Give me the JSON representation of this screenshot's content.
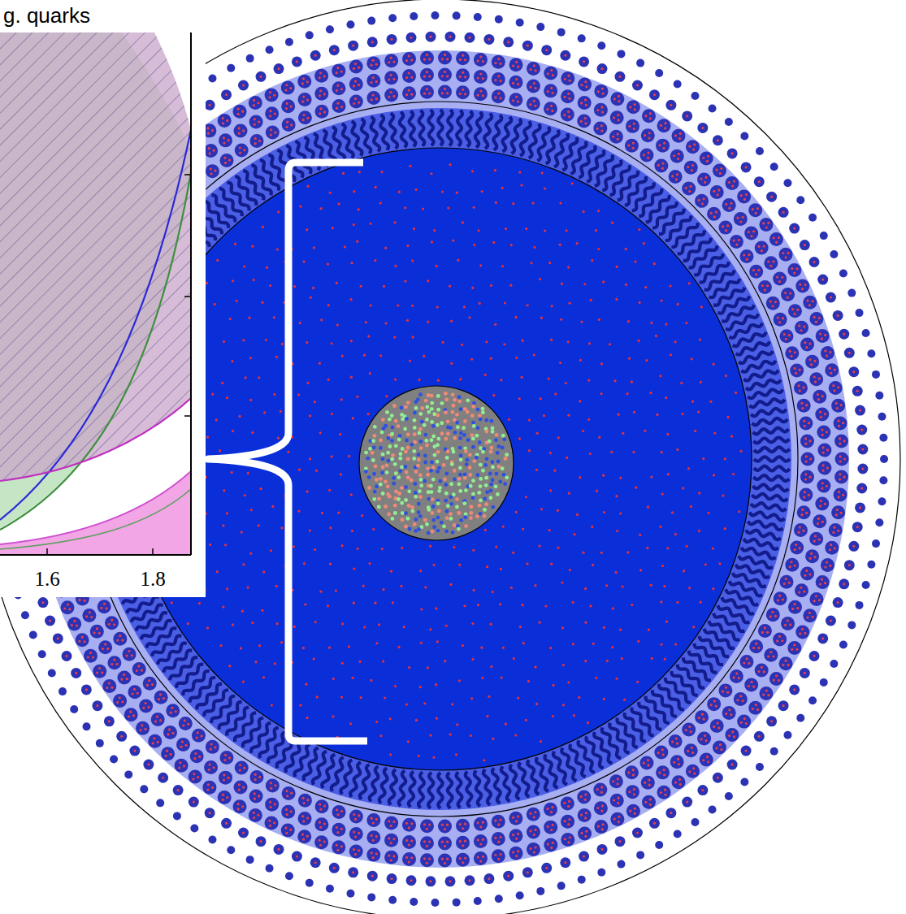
{
  "diagram": {
    "labels": [
      "g. quarks",
      "1.6",
      "1.8"
    ]
  }
}
